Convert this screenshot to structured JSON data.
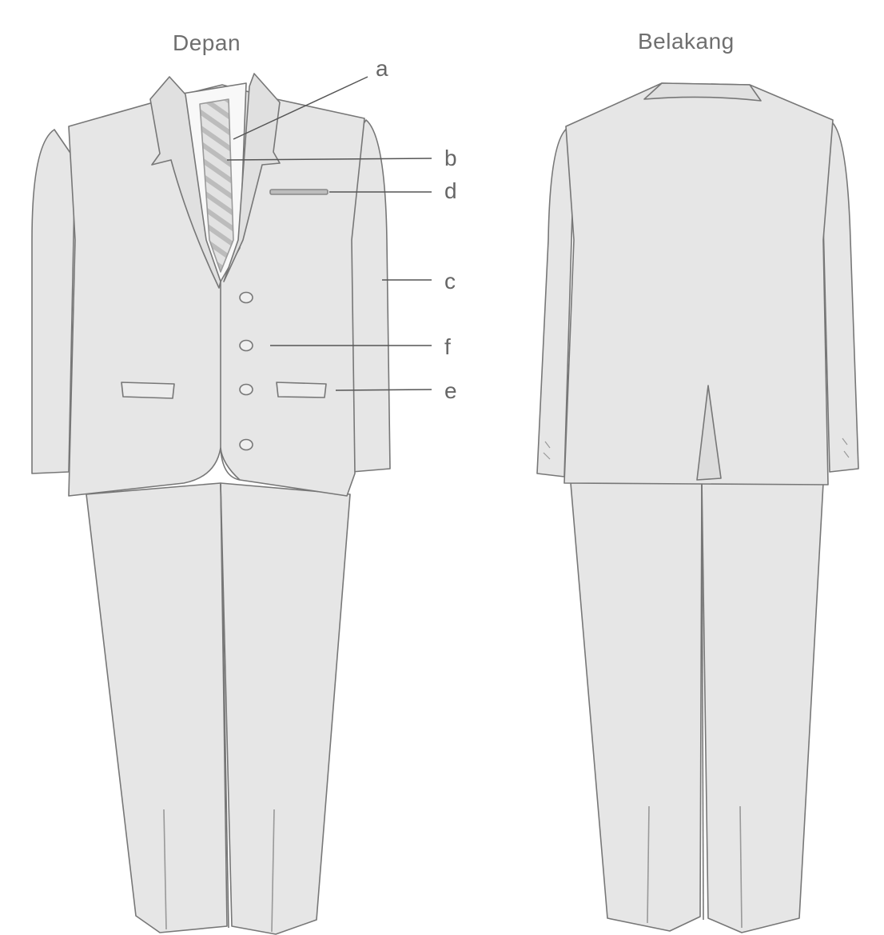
{
  "diagram": {
    "front_title": "Depan",
    "back_title": "Belakang",
    "callouts": [
      "a",
      "b",
      "d",
      "c",
      "f",
      "e"
    ],
    "colors": {
      "garment_fill": "#e6e6e6",
      "garment_stroke": "#777777",
      "shirt_fill": "#f8f8f8",
      "tie_stripe": "#bcbcbc",
      "leader_line": "#555555",
      "label_text": "#666666"
    }
  }
}
